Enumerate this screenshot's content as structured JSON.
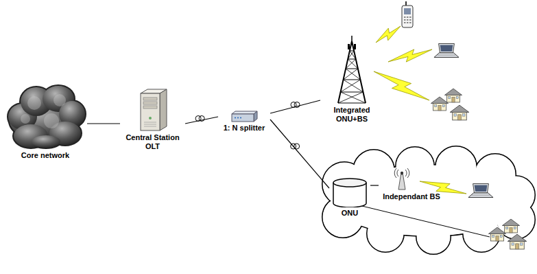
{
  "diagram": {
    "nodes": [
      {
        "text": [
          "Core network"
        ]
      },
      {
        "text": [
          "Central Station OLT"
        ]
      },
      {
        "text": [
          "1: N splitter"
        ]
      },
      {
        "text": [
          "Integrated ONU+BS"
        ]
      },
      {
        "text": [
          "ONU"
        ]
      },
      {
        "text": [
          "Independant BS"
        ]
      }
    ],
    "edges": [
      {
        "from": 0,
        "to": 1,
        "arrow": "none"
      },
      {
        "from": 1,
        "to": 2,
        "arrow": "none"
      },
      {
        "from": 2,
        "to": 3,
        "arrow": "none"
      },
      {
        "from": 2,
        "to": 4,
        "arrow": "none"
      },
      {
        "from": 4,
        "to": 5,
        "arrow": "none"
      }
    ]
  }
}
